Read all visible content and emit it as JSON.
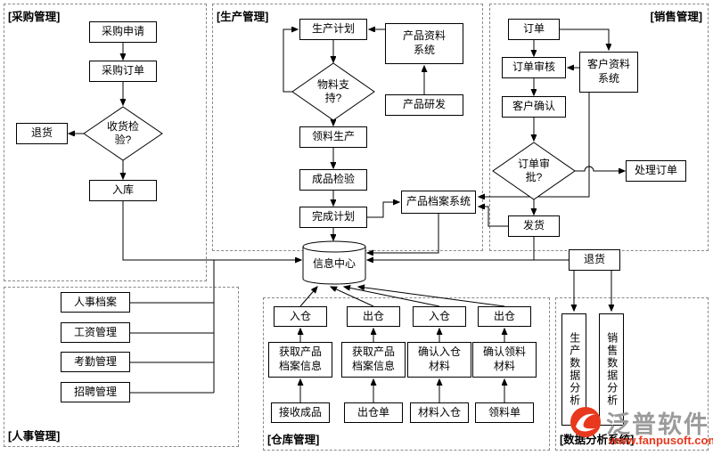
{
  "regions": {
    "purchase": {
      "label": "[采购管理]",
      "nodes": {
        "purchase_request": "采购申请",
        "purchase_order": "采购订单",
        "receive_check": "收货检验?",
        "return": "退货",
        "stock_in": "入库"
      }
    },
    "production": {
      "label": "[生产管理]",
      "nodes": {
        "plan": "生产计划",
        "product_data_system": "产品资料系统",
        "material_support": "物料支持?",
        "rd": "产品研发",
        "picking": "领料生产",
        "inspection": "成品检验",
        "complete": "完成计划",
        "archive_system": "产品档案系统"
      }
    },
    "sales": {
      "label": "[销售管理]",
      "nodes": {
        "order": "订单",
        "order_review": "订单审核",
        "customer_data_system": "客户资料系统",
        "customer_confirm": "客户确认",
        "order_approve": "订单审批?",
        "process_order": "处理订单",
        "ship": "发货",
        "return": "退货"
      }
    },
    "hr": {
      "label": "[人事管理]",
      "nodes": {
        "archive": "人事档案",
        "salary": "工资管理",
        "attendance": "考勤管理",
        "recruit": "招聘管理"
      }
    },
    "warehouse": {
      "label": "[仓库管理]",
      "columns": [
        {
          "top": "入仓",
          "mid": "获取产品档案信息",
          "bottom": "接收成品"
        },
        {
          "top": "出仓",
          "mid": "获取产品档案信息",
          "bottom": "出仓单"
        },
        {
          "top": "入仓",
          "mid": "确认入仓材料",
          "bottom": "材料入仓"
        },
        {
          "top": "出仓",
          "mid": "确认领料材料",
          "bottom": "领料单"
        }
      ]
    },
    "analysis": {
      "label": "[数据分析系统]",
      "nodes": {
        "production_analysis": "生产数据分析",
        "sales_analysis": "销售数据分析"
      }
    }
  },
  "center": {
    "info_center": "信息中心"
  },
  "watermark": {
    "brand": "泛普软件",
    "url": "www.fanpusoft.com"
  },
  "colors": {
    "line": "#000000",
    "region_border": "#8a8a8a",
    "watermark_red": "#e8381d",
    "watermark_gray": "#9b9b9b"
  }
}
